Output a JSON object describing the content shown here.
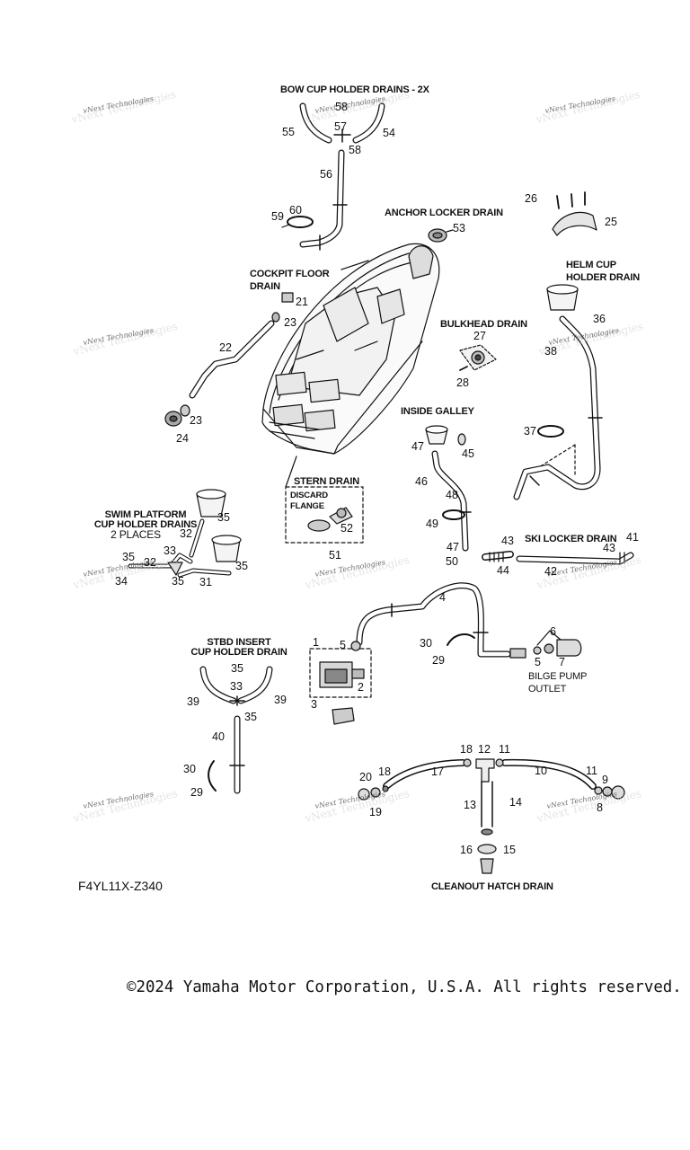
{
  "watermark": "vNext Technologies",
  "titles": {
    "bow_cup_holder_drains": "BOW CUP HOLDER DRAINS - 2X",
    "anchor_locker_drain": "ANCHOR LOCKER DRAIN",
    "cockpit_floor_drain": [
      "COCKPIT FLOOR",
      "DRAIN"
    ],
    "helm_cup_holder_drain": [
      "HELM CUP",
      "HOLDER DRAIN"
    ],
    "bulkhead_drain": "BULKHEAD DRAIN",
    "inside_galley": "INSIDE GALLEY",
    "stern_drain": "STERN DRAIN",
    "discard_flange": [
      "DISCARD",
      "FLANGE"
    ],
    "swim_platform_cup_holder_drains": [
      "SWIM PLATFORM",
      "CUP HOLDER DRAINS",
      "2 PLACES"
    ],
    "ski_locker_drain": "SKI LOCKER DRAIN",
    "stbd_insert_cup_holder_drain": [
      "STBD INSERT",
      "CUP HOLDER DRAIN"
    ],
    "bilge_pump_outlet": [
      "BILGE PUMP",
      "OUTLET"
    ],
    "cleanout_hatch_drain": "CLEANOUT HATCH DRAIN"
  },
  "callouts": {
    "c58a": "58",
    "c57": "57",
    "c55": "55",
    "c54": "54",
    "c58b": "58",
    "c56": "56",
    "c60": "60",
    "c59": "59",
    "c53": "53",
    "c26": "26",
    "c25": "25",
    "c21": "21",
    "c23a": "23",
    "c22": "22",
    "c23b": "23",
    "c24": "24",
    "c36": "36",
    "c38": "38",
    "c27": "27",
    "c28": "28",
    "c47a": "47",
    "c45": "45",
    "c37": "37",
    "c46": "46",
    "c48": "48",
    "c49": "49",
    "c47b": "47",
    "c50": "50",
    "c52": "52",
    "c51": "51",
    "c35a": "35",
    "c32": "32",
    "c33a": "33",
    "c35b": "35",
    "c32b": "32",
    "c35c": "35",
    "c34": "34",
    "c35d": "35",
    "c31": "31",
    "c43a": "43",
    "c44": "44",
    "c41": "41",
    "c43b": "43",
    "c42": "42",
    "c4": "4",
    "c1": "1",
    "c5a": "5",
    "c30a": "30",
    "c29a": "29",
    "c6": "6",
    "c5b": "5",
    "c7": "7",
    "c2": "2",
    "c3": "3",
    "c35e": "35",
    "c33b": "33",
    "c39a": "39",
    "c39b": "39",
    "c35f": "35",
    "c40": "40",
    "c30b": "30",
    "c29b": "29",
    "c18a": "18",
    "c12": "12",
    "c11a": "11",
    "c17": "17",
    "c10": "10",
    "c11b": "11",
    "c9": "9",
    "c20": "20",
    "c18b": "18",
    "c19": "19",
    "c13": "13",
    "c14": "14",
    "c8": "8",
    "c16": "16",
    "c15": "15"
  },
  "diagram_code": "F4YL11X-Z340",
  "copyright": "©2024 Yamaha Motor Corporation, U.S.A. All rights reserved."
}
